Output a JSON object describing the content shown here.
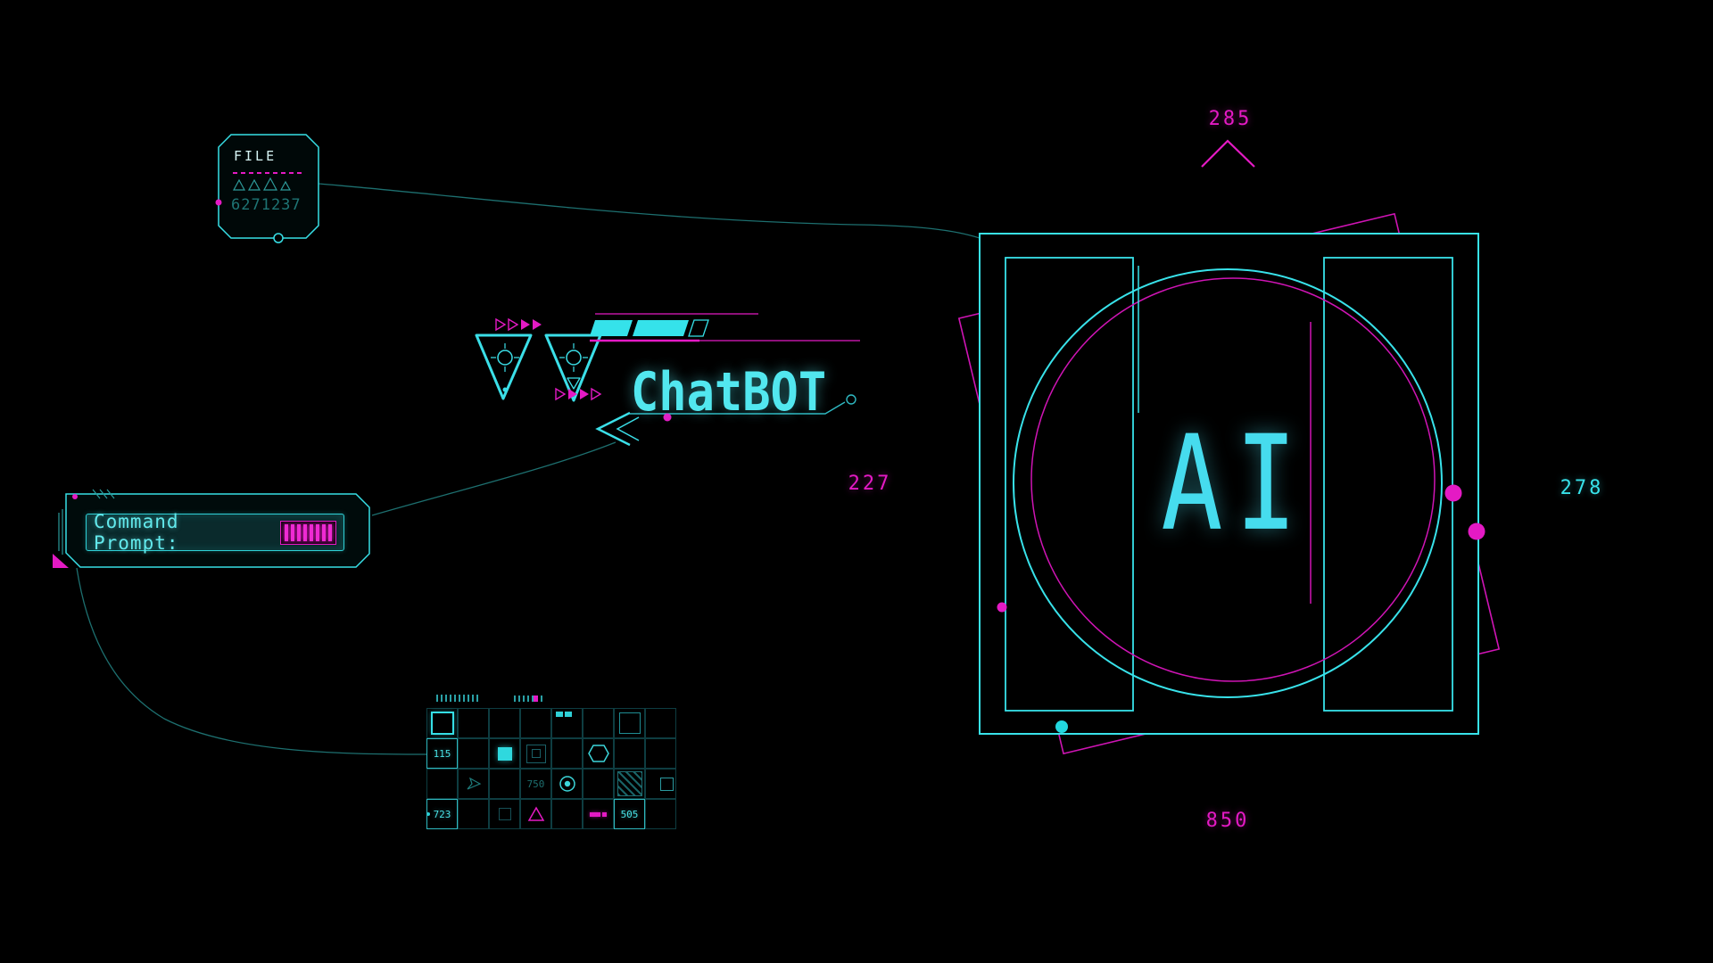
{
  "palette": {
    "cyan": "#38e2ea",
    "magenta": "#e41ac4",
    "dim_teal": "#1d6f6f"
  },
  "file_panel": {
    "title": "FILE",
    "serial": "6271237"
  },
  "hud_values": {
    "top": "285",
    "left": "227",
    "right": "278",
    "bottom": "850"
  },
  "chatbot": {
    "title": "ChatBOT"
  },
  "command_prompt": {
    "label": "Command Prompt:"
  },
  "ai_panel": {
    "label": "AI"
  },
  "module_grid": {
    "tiles": {
      "t115": "115",
      "t750": "750",
      "t723": "723",
      "t505": "505"
    }
  }
}
